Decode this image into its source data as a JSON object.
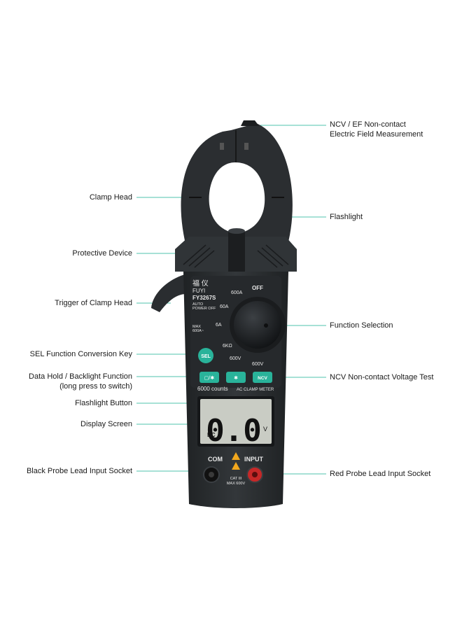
{
  "callouts": {
    "ncv_ef_line1": "NCV / EF Non-contact",
    "ncv_ef_line2": "Electric Field Measurement",
    "clamp_head": "Clamp Head",
    "flashlight": "Flashlight",
    "protective_device": "Protective Device",
    "trigger": "Trigger of Clamp Head",
    "function_selection": "Function Selection",
    "sel_key": "SEL Function Conversion Key",
    "data_hold_line1": "Data Hold / Backlight Function",
    "data_hold_line2": "(long press to switch)",
    "ncv_test": "NCV Non-contact Voltage Test",
    "flashlight_button": "Flashlight Button",
    "display_screen": "Display Screen",
    "black_probe": "Black Probe Lead Input Socket",
    "red_probe": "Red Probe Lead Input Socket"
  },
  "device": {
    "brand_cn": "福 仪",
    "brand": "FUYI",
    "model": "FY3267S",
    "auto_line1": "AUTO",
    "auto_line2": "POWER OFF",
    "max_line1": "MAX",
    "max_line2": "600A~",
    "dial_off": "OFF",
    "dial_600a": "600A",
    "dial_60a": "60A",
    "dial_6a": "6A",
    "dial_6k": "6KΩ",
    "dial_600v_dc": "600V",
    "dial_600v_ac": "600V",
    "sel_button": "SEL",
    "ncv_button": "NCV",
    "counts": "6000 counts",
    "meter_name": "AC CLAMP METER",
    "lcd_reading": "0.0",
    "lcd_unit": "V",
    "lcd_mode": "DC",
    "com_label": "COM",
    "input_label": "INPUT",
    "cat_label": "CAT III",
    "max_volt": "MAX 600V"
  },
  "colors": {
    "body": "#2a2d30",
    "button": "#29b39a",
    "leader": "#4fc3ad",
    "lcd": "#c9ccc4",
    "red_socket": "#c62828",
    "warning": "#f2a81d"
  }
}
